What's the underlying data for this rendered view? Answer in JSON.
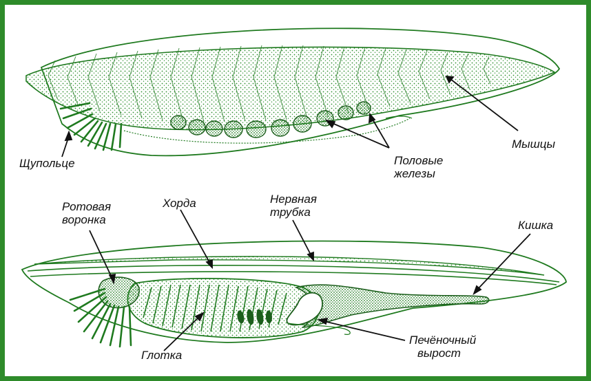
{
  "colors": {
    "frame": "#2e8b2a",
    "outline": "#1f7a1f",
    "fill": "#e9f6e6",
    "stipple": "#2f8f2f",
    "dark": "#1c5e1c"
  },
  "labels": {
    "tentacles": "Щупольце",
    "gonads": [
      "Половые",
      "железы"
    ],
    "muscles": "Мышцы",
    "oral_funnel": [
      "Ротовая",
      "воронка"
    ],
    "notochord": "Хорда",
    "neural_tube": [
      "Нервная",
      "трубка"
    ],
    "intestine": "Кишка",
    "pharynx": "Глотка",
    "hepatic_outgrowth": [
      "Печёночный",
      "вырост"
    ]
  }
}
